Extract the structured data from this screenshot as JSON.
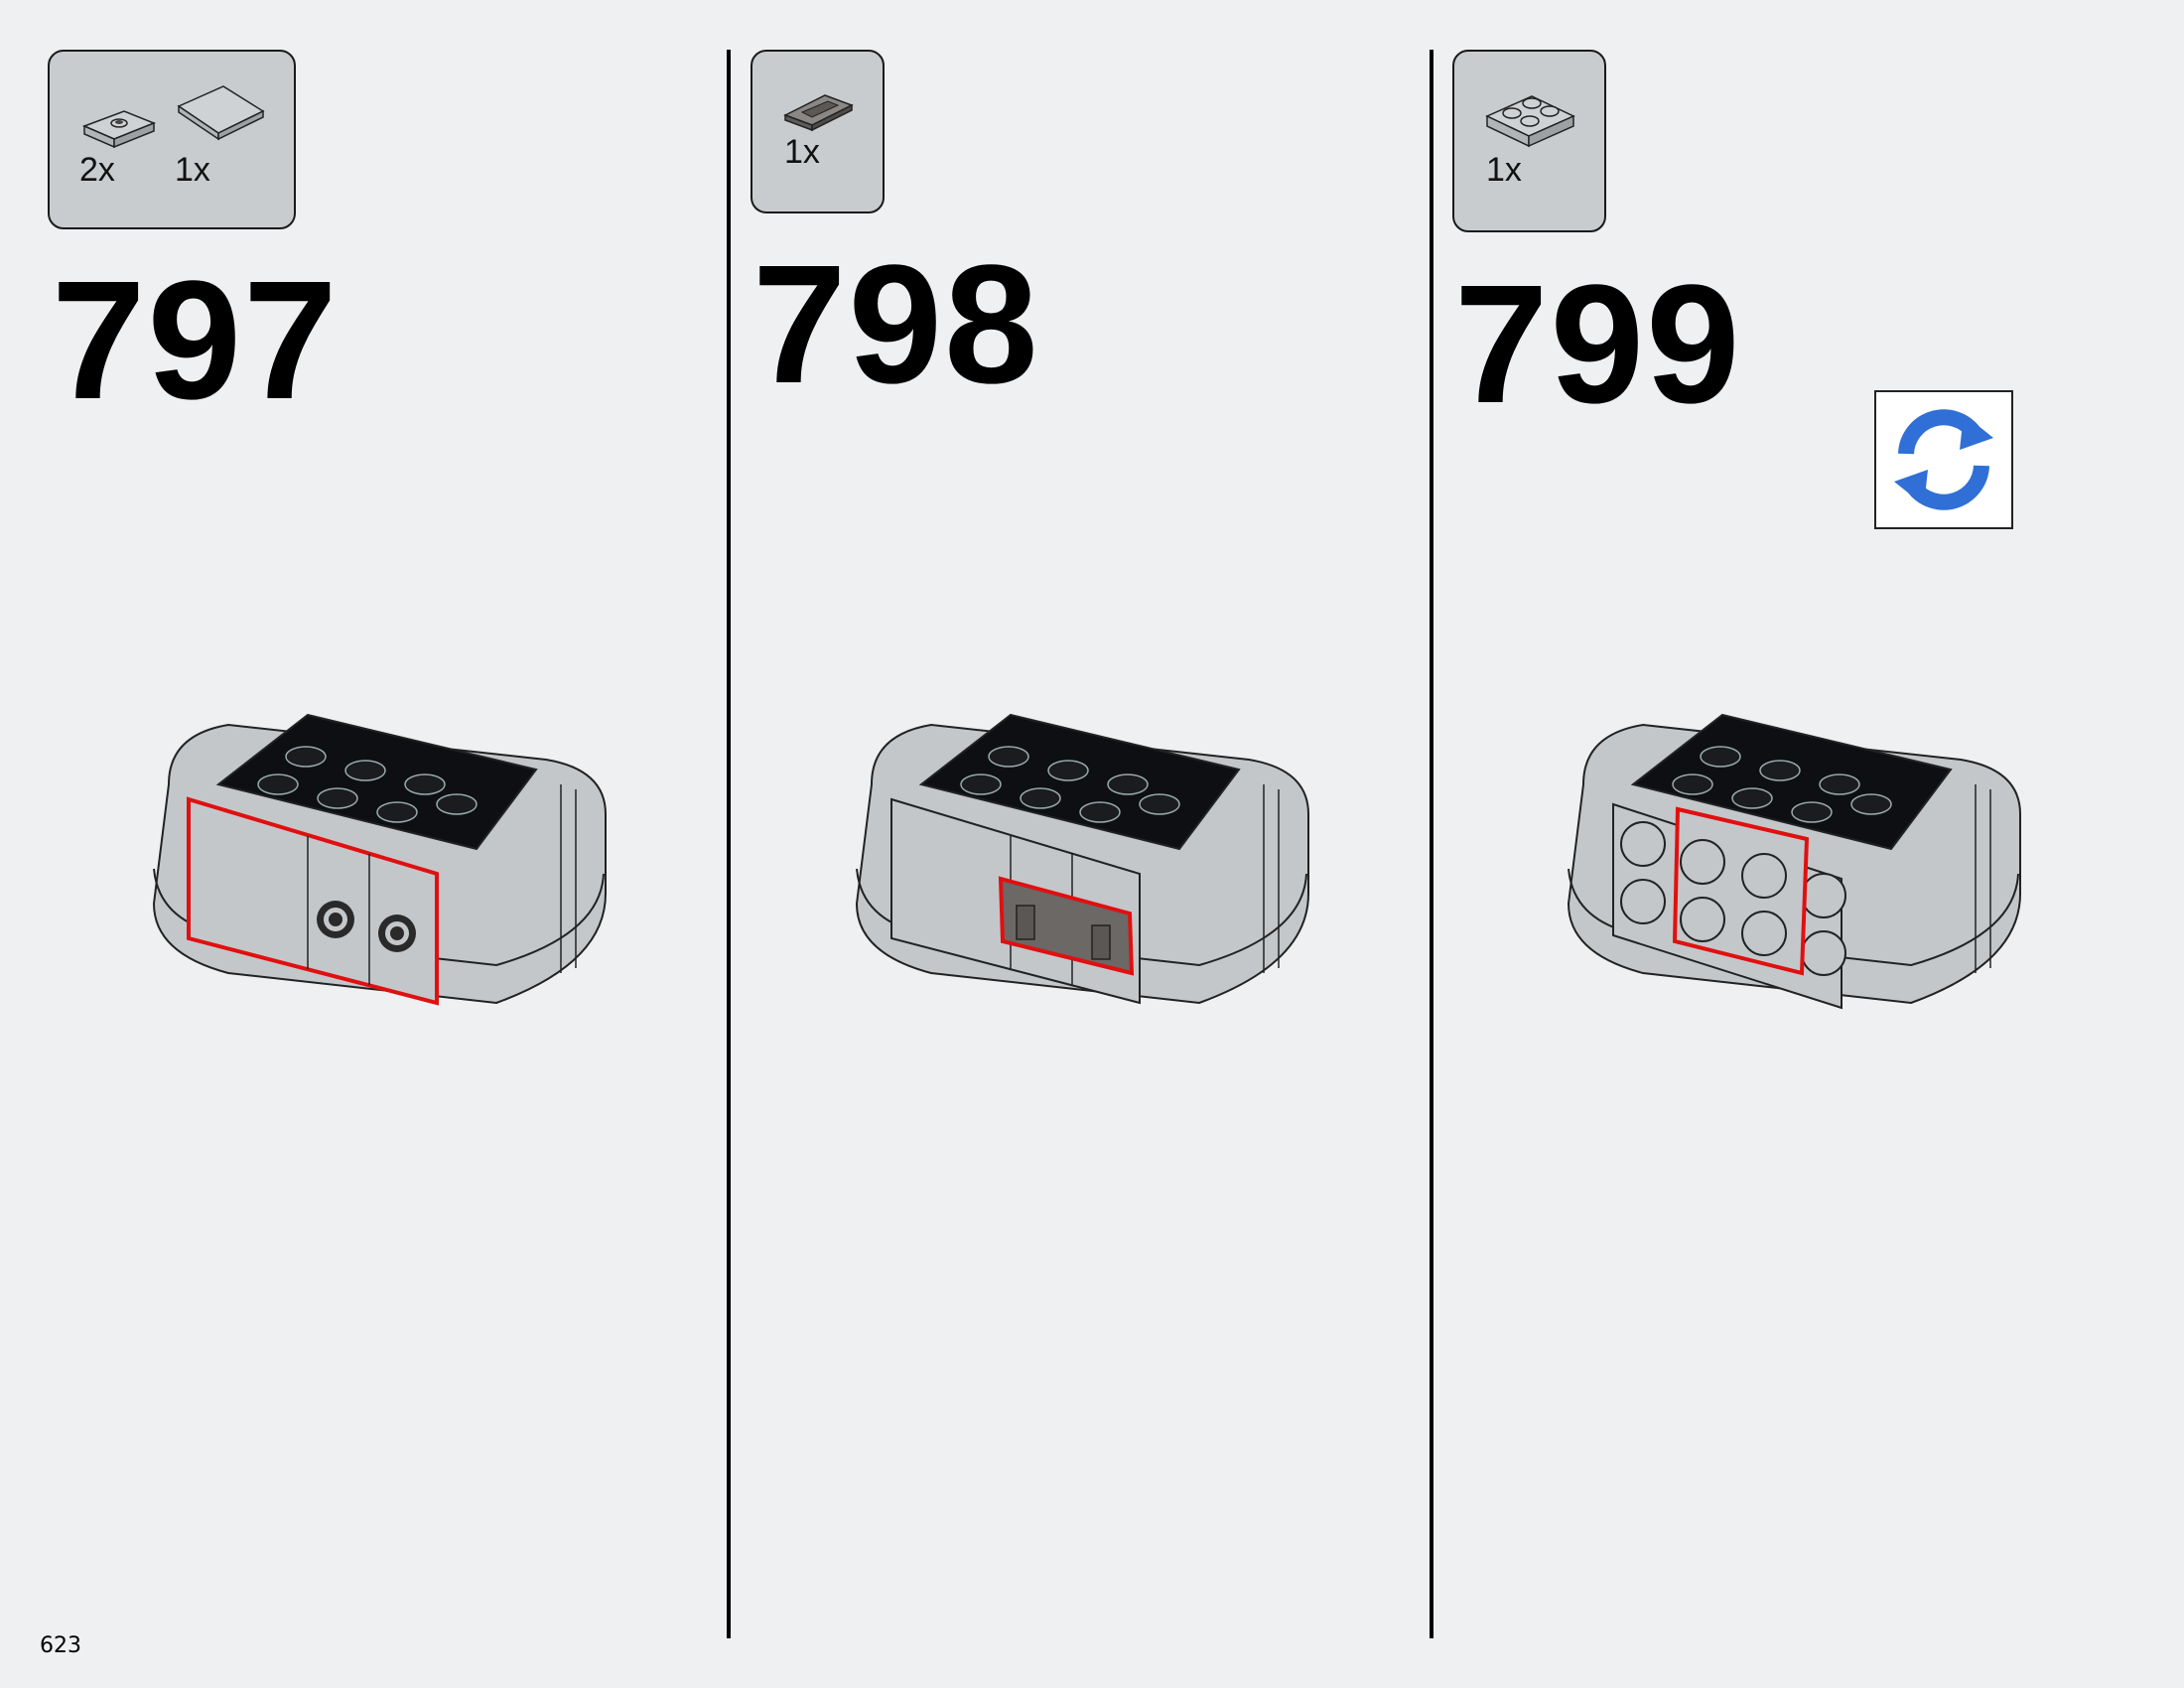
{
  "page_number": "623",
  "steps": [
    {
      "number": "797",
      "parts": [
        {
          "qty": "2x",
          "icon": "plate-1x2-jumper-icon"
        },
        {
          "qty": "1x",
          "icon": "tile-2x2-icon"
        }
      ]
    },
    {
      "number": "798",
      "parts": [
        {
          "qty": "1x",
          "icon": "tile-1x2-grille-dark-icon"
        }
      ]
    },
    {
      "number": "799",
      "parts": [
        {
          "qty": "1x",
          "icon": "plate-2x2-icon"
        }
      ],
      "rotate_icon": "rotate-model-icon"
    }
  ],
  "colors": {
    "background": "#eef0f1",
    "part_grey": "#c4c7ca",
    "highlight": "#e01010",
    "rotate_blue": "#2f6fd6",
    "dark_part": "#6b6866"
  }
}
